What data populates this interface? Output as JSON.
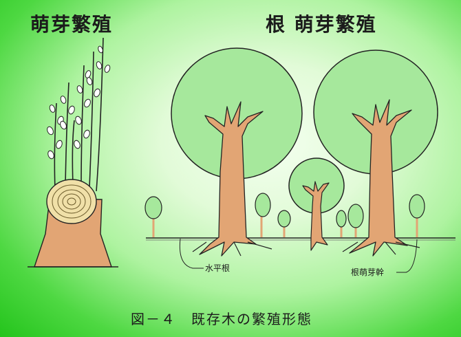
{
  "title_left": "萌芽繁殖",
  "title_right": "根 萌芽繁殖",
  "label_horizontal_root": "水平根",
  "label_root_sprout": "根萌芽幹",
  "caption": "図－４　既存木の繁殖形態",
  "colors": {
    "trunk": "#e2a574",
    "canopy": "#a6e89c",
    "outline": "#222222",
    "background_outer": "#24c41c",
    "background_inner": "#f4fff0"
  }
}
